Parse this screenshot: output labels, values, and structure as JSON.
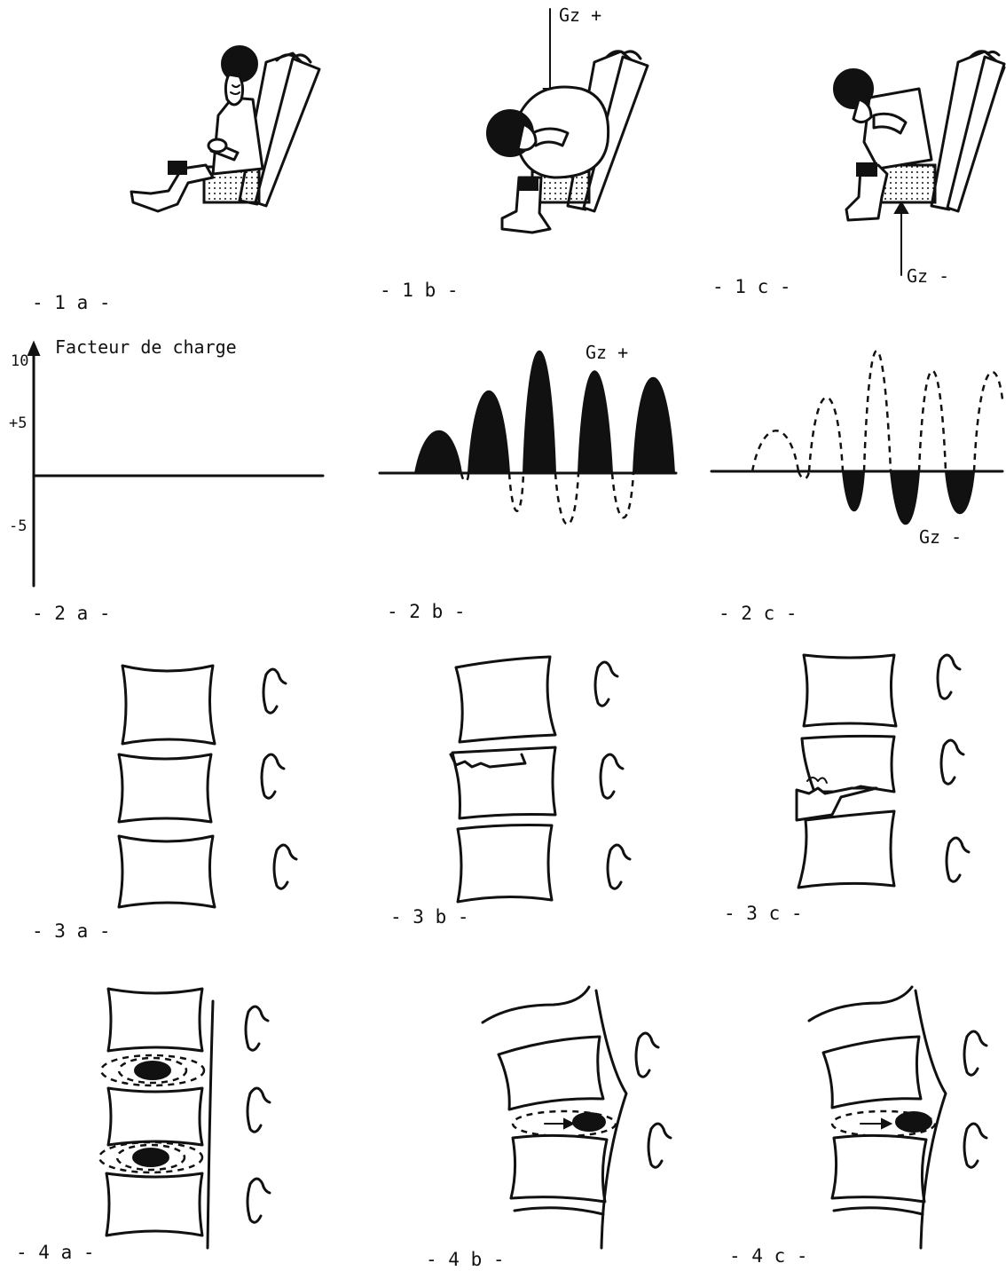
{
  "panels": {
    "p1a": "- 1 a -",
    "p1b": "- 1 b -",
    "p1c": "- 1 c -",
    "p2a": "- 2 a -",
    "p2b": "- 2 b -",
    "p2c": "- 2 c -",
    "p3a": "- 3 a -",
    "p3b": "- 3 b -",
    "p3c": "- 3 c -",
    "p4a": "- 4 a -",
    "p4b": "- 4 b -",
    "p4c": "- 4 c -"
  },
  "forces": {
    "gz_plus": "Gz +",
    "gz_minus": "Gz -"
  },
  "chart": {
    "ylabel": "Facteur de charge",
    "ticks": [
      "10",
      "+5",
      "-5"
    ]
  }
}
